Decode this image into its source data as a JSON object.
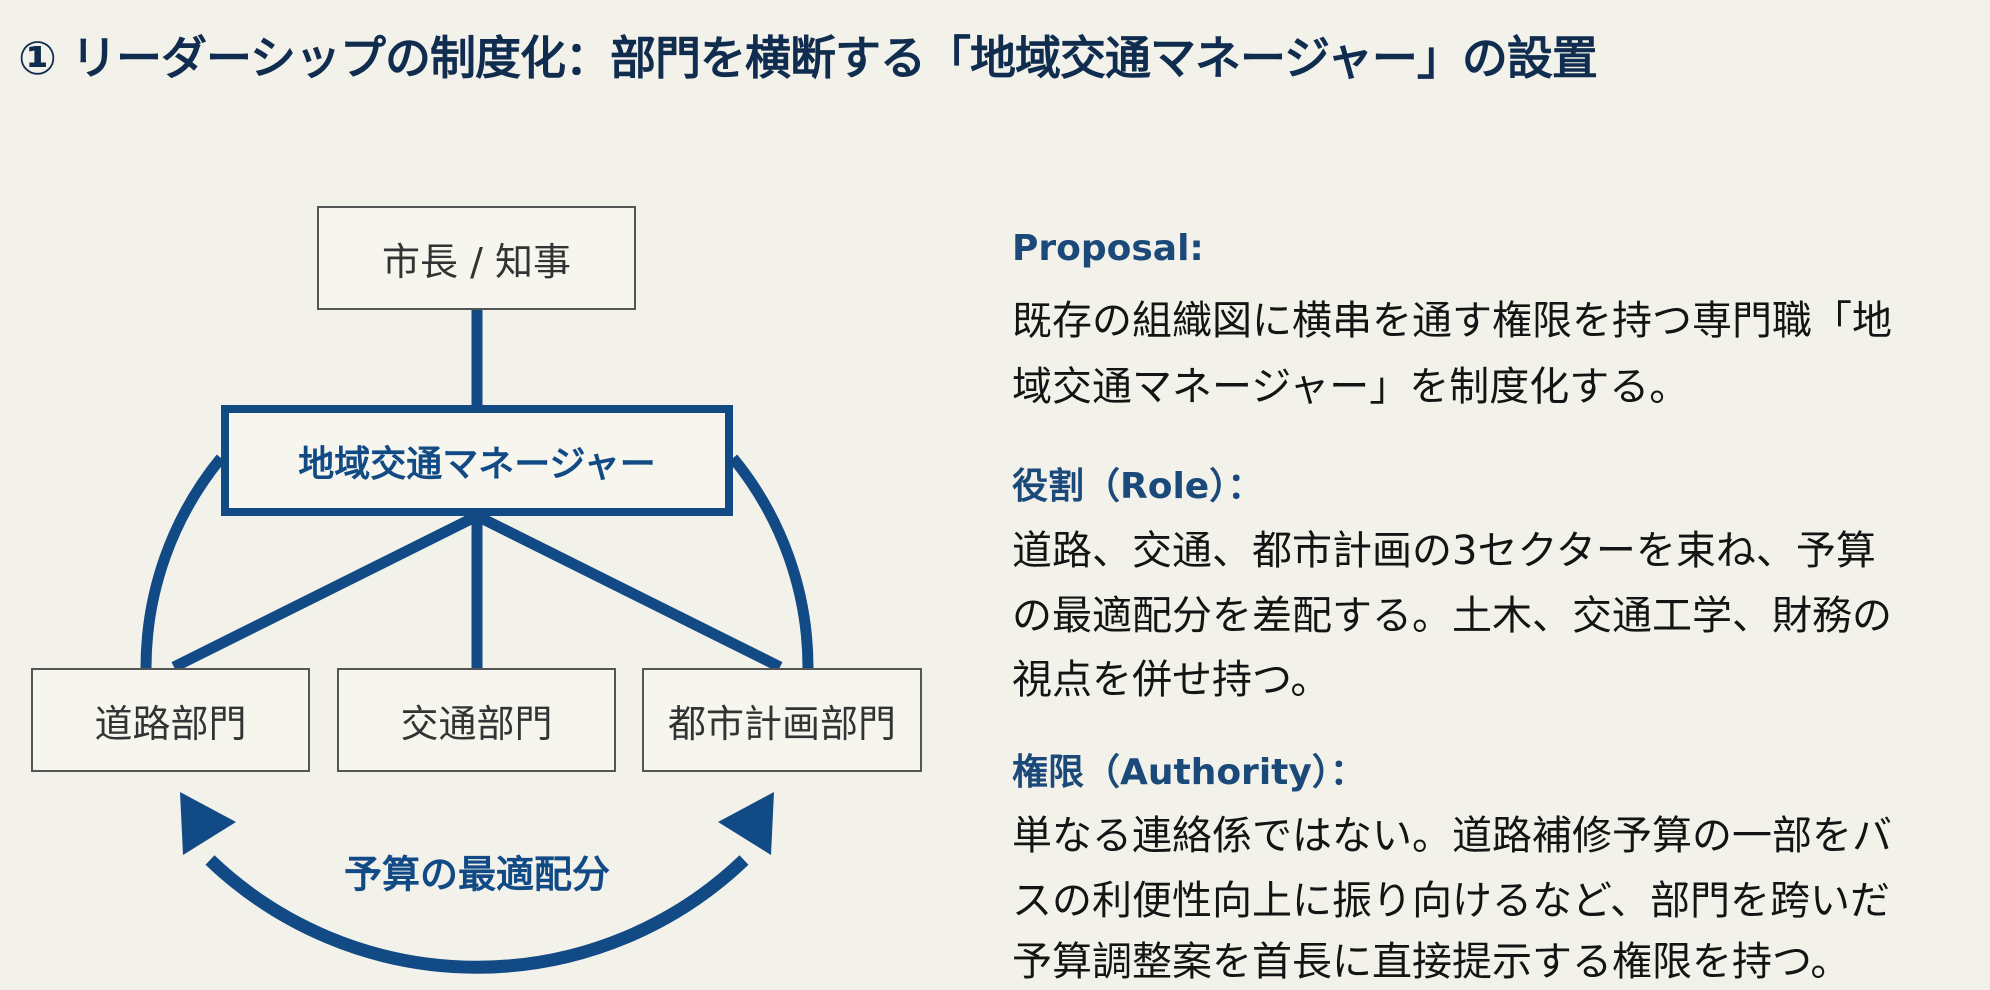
{
  "title": "① リーダーシップの制度化：部門を横断する「地域交通マネージャー」の設置",
  "diagram": {
    "top": "市長 / 知事",
    "manager": "地域交通マネージャー",
    "departments": [
      "道路部門",
      "交通部門",
      "都市計画部門"
    ],
    "budget_label": "予算の最適配分",
    "colors": {
      "accent": "#124a86",
      "background": "#f3f2ea"
    }
  },
  "sections": [
    {
      "heading": "Proposal:",
      "lines": [
        "既存の組織図に横串を通す権限を持つ専門職「地",
        "域交通マネージャー」を制度化する。"
      ]
    },
    {
      "heading": "役割（Role）：",
      "lines": [
        "道路、交通、都市計画の3セクターを束ね、予算",
        "の最適配分を差配する。土木、交通工学、財務の",
        "視点を併せ持つ。"
      ]
    },
    {
      "heading": "権限（Authority）：",
      "lines": [
        "単なる連絡係ではない。道路補修予算の一部をバ",
        "スの利便性向上に振り向けるなど、部門を跨いだ",
        "予算調整案を首長に直接提示する権限を持つ。"
      ]
    }
  ]
}
